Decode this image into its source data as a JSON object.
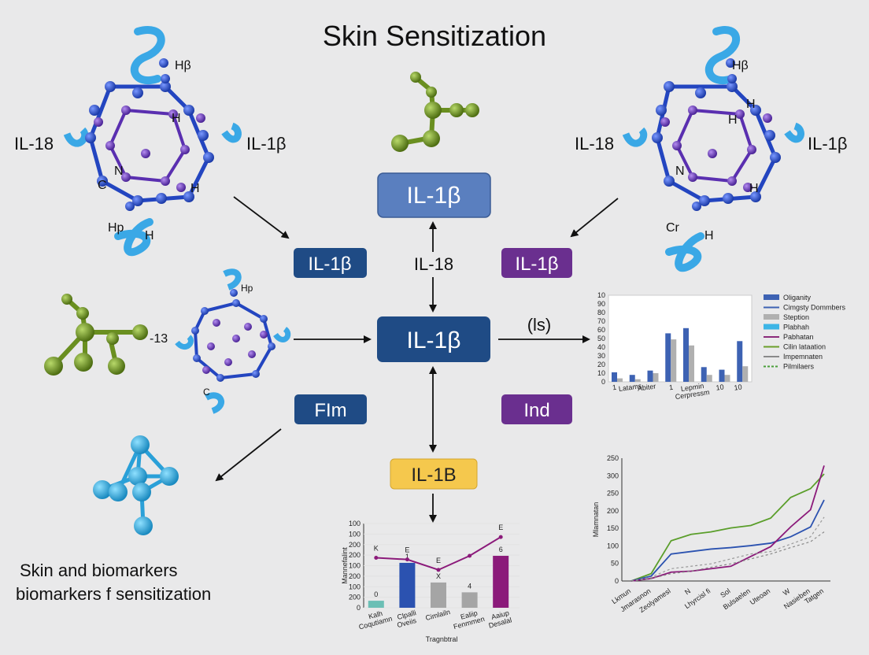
{
  "title": "Skin Sensitization",
  "molecule_labels": {
    "top_left": {
      "left": "IL-18",
      "right": "IL-1β",
      "h_top": "Hβ",
      "h_mid": "H",
      "n": "N",
      "c": "C",
      "h_low": "H",
      "hp": "Hp",
      "h_bottom": "H"
    },
    "top_right": {
      "left": "IL-18",
      "right": "IL-1β",
      "h_top": "Hβ",
      "h_mid": "H",
      "h_mid2": "H",
      "n": "N",
      "h_low": "H",
      "c": "Cr",
      "h_bottom": "H"
    },
    "mid_left": {
      "num": "-13",
      "hp": "Hp",
      "c": "C"
    }
  },
  "boxes": {
    "top": "IL-1β",
    "left_upper": "IL-1β",
    "right_upper": "IL-1β",
    "center": "IL-1β",
    "left_lower": "FIm",
    "right_lower": "Ind",
    "bottom": "IL-1B"
  },
  "labels": {
    "between": "IL-18",
    "right_arrow": "(ls)"
  },
  "caption": {
    "line1": "Skin and biomarkers",
    "line2": "biomarkers f sensitization"
  },
  "colors": {
    "navy": "#1f4b85",
    "slate": "#5a7fbf",
    "purple": "#6a2f8f",
    "yellow": "#f5c84d",
    "green": "#7a9e2a",
    "cyan": "#3db5e6",
    "blue": "#2b52c7",
    "violet": "#6b3fc2"
  },
  "chart_data": [
    {
      "type": "bar",
      "ylim": [
        0,
        100
      ],
      "yticks": [
        "0",
        "10",
        "20",
        "30",
        "40",
        "50",
        "60",
        "70",
        "80",
        "90",
        "10"
      ],
      "categories": [
        "1",
        "Latams",
        "Abiter",
        "1",
        "Lepmin Cerpressm",
        "10",
        "10"
      ],
      "series": [
        {
          "values": [
            11,
            8,
            13,
            56,
            62,
            17,
            14,
            47
          ],
          "color": "#3d62b3"
        },
        {
          "values": [
            4,
            3,
            10,
            49,
            42,
            8,
            8,
            18
          ],
          "color": "#b0b0b0"
        }
      ],
      "legend": [
        "Oliganity",
        "Cimgsty Dommbers",
        "Steption",
        "Plabhah",
        "Pabhatan",
        "Cilin lataation",
        "Impemnaten",
        "Pilmilaers"
      ],
      "legend_colors": [
        "#3d62b3",
        "#3d62b3",
        "#b0b0b0",
        "#3db5e6",
        "#8b2a7a",
        "#6b9e2a",
        "#8a8a8a",
        "#4a9e3a"
      ]
    },
    {
      "type": "bar",
      "ylim": [
        0,
        300
      ],
      "yticks": [
        "0",
        "200",
        "100",
        "200",
        "100",
        "200",
        "200",
        "100",
        "100"
      ],
      "xlabel": "Tragnbtral",
      "ylabel": "Mannefalint",
      "categories": [
        "Kalh Coqutiamn",
        "Clpalli Oveiis",
        "Cimlailn",
        "Ealiip Fenmmen",
        "Aaiup Desalal"
      ],
      "values": [
        25,
        160,
        90,
        55,
        185
      ],
      "bar_labels": [
        "0",
        "1",
        "X",
        "4",
        "6"
      ],
      "bar_colors": [
        "#6bbfb5",
        "#2b52b0",
        "#a5a5a5",
        "#a5a5a5",
        "#8b1a7a"
      ],
      "line": {
        "values": [
          178,
          172,
          135,
          185,
          252
        ],
        "labels": [
          "K",
          "E",
          "E",
          "",
          "E"
        ],
        "color": "#8b1a7a"
      }
    },
    {
      "type": "line",
      "ylim": [
        0,
        250
      ],
      "yticks": [
        "0",
        "50",
        "100",
        "150",
        "200",
        "250",
        "300",
        "250"
      ],
      "ylabel": "Mlamnatan",
      "categories": [
        "Lkmun",
        "Jmarasnon",
        "Zeolyamesl",
        "N",
        "Lhyrcisl fi",
        "Sol",
        "Bulsaelen",
        "Uteoan",
        "W",
        "Nasieben",
        "Tatgen"
      ],
      "series": [
        {
          "values": [
            0,
            15,
            82,
            95,
            100,
            108,
            113,
            128,
            170,
            188,
            218
          ],
          "color": "#5a9e2a"
        },
        {
          "values": [
            0,
            10,
            55,
            60,
            65,
            68,
            72,
            77,
            90,
            110,
            165
          ],
          "color": "#2b52b0"
        },
        {
          "values": [
            0,
            5,
            18,
            20,
            25,
            30,
            50,
            70,
            110,
            145,
            235
          ],
          "color": "#8b1a7a"
        },
        {
          "values": [
            0,
            8,
            25,
            30,
            35,
            45,
            55,
            60,
            75,
            90,
            130
          ],
          "color": "#999999"
        },
        {
          "values": [
            0,
            5,
            15,
            20,
            28,
            35,
            45,
            55,
            68,
            80,
            100
          ],
          "color": "#888888"
        }
      ]
    }
  ]
}
